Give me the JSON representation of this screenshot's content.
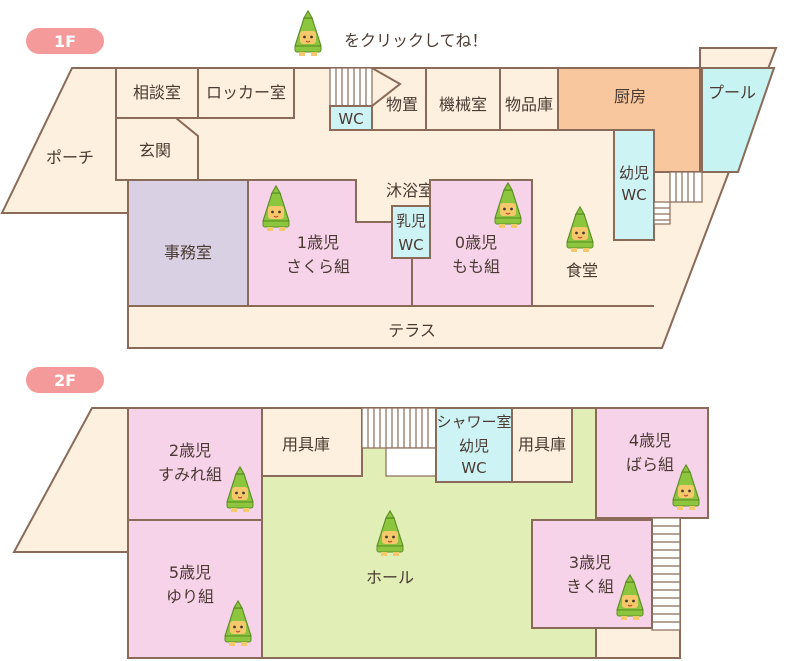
{
  "header": {
    "instruction": "をクリックしてね！",
    "badge_1f": "1F",
    "badge_2f": "2F"
  },
  "colors": {
    "badge": "#f49a9a",
    "floor": "#fdf0de",
    "wall": "#8a6a58",
    "office": "#d9d0e3",
    "nursery": "#f7d3ea",
    "kitchen": "#f9c79e",
    "pool": "#c8f3f3",
    "toilet": "#cdf3f4",
    "hall": "#e1efb6",
    "mascot_green": "#8cc63f",
    "mascot_face": "#f5c86b"
  },
  "floor1": {
    "rooms": {
      "consult": "相談室",
      "locker": "ロッカー室",
      "porch": "ポーチ",
      "entrance": "玄関",
      "office": "事務室",
      "wc": "WC",
      "storage": "物置",
      "machine": "機械室",
      "supply": "物品庫",
      "kitchen": "厨房",
      "pool": "プール",
      "bath": "沐浴室",
      "infant_wc_line1": "乳児",
      "infant_wc_line2": "WC",
      "sakura_line1": "1歳児",
      "sakura_line2": "さくら組",
      "momo_line1": "0歳児",
      "momo_line2": "もも組",
      "child_wc_line1": "幼児",
      "child_wc_line2": "WC",
      "dining": "食堂",
      "terrace": "テラス"
    }
  },
  "floor2": {
    "rooms": {
      "sumire_line1": "2歳児",
      "sumire_line2": "すみれ組",
      "equipment_left": "用具庫",
      "shower": "シャワー室",
      "child_wc_line1": "幼児",
      "child_wc_line2": "WC",
      "equipment_right": "用具庫",
      "bara_line1": "4歳児",
      "bara_line2": "ばら組",
      "yuri_line1": "5歳児",
      "yuri_line2": "ゆり組",
      "hall": "ホール",
      "kiku_line1": "3歳児",
      "kiku_line2": "きく組"
    }
  }
}
